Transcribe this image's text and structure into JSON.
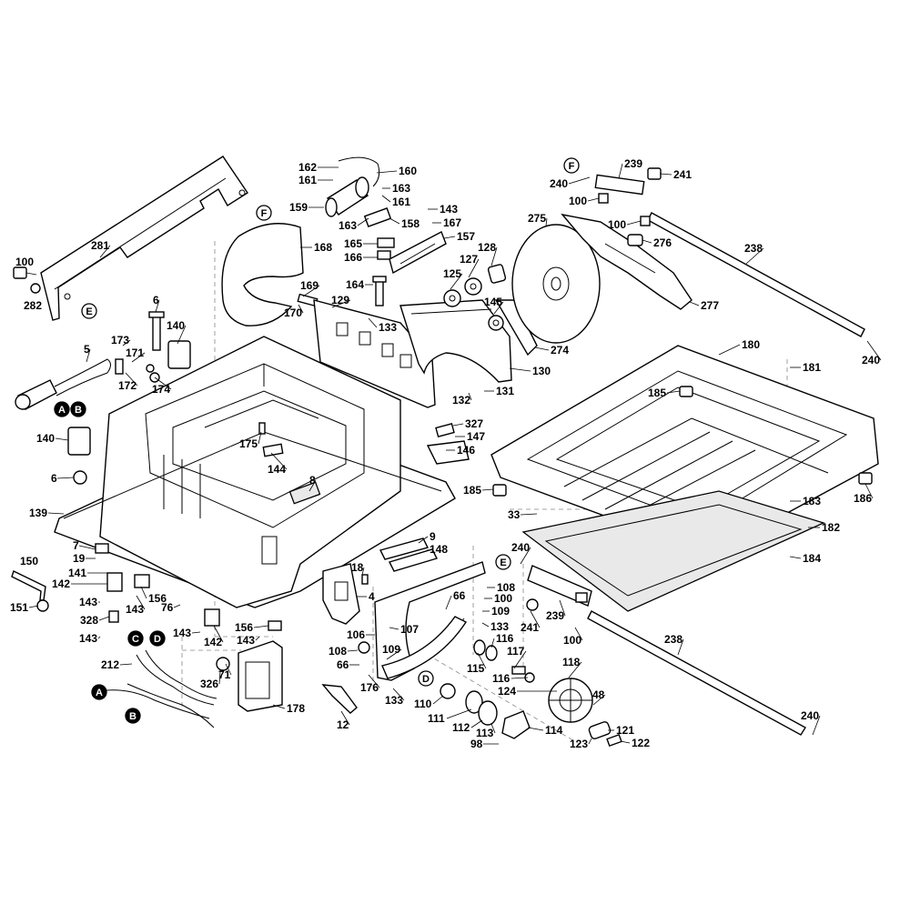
{
  "diagram": {
    "parts": [
      {
        "id": "p281",
        "label": "281"
      },
      {
        "id": "p100a",
        "label": "100"
      },
      {
        "id": "p282",
        "label": "282"
      },
      {
        "id": "pE1",
        "label": "E",
        "callout": "circle"
      },
      {
        "id": "pF1",
        "label": "F",
        "callout": "circle"
      },
      {
        "id": "p168",
        "label": "168"
      },
      {
        "id": "p162",
        "label": "162"
      },
      {
        "id": "p161a",
        "label": "161"
      },
      {
        "id": "p160",
        "label": "160"
      },
      {
        "id": "p163a",
        "label": "163"
      },
      {
        "id": "p161b",
        "label": "161"
      },
      {
        "id": "p159",
        "label": "159"
      },
      {
        "id": "p163b",
        "label": "163"
      },
      {
        "id": "p158",
        "label": "158"
      },
      {
        "id": "p143a",
        "label": "143"
      },
      {
        "id": "p167",
        "label": "167"
      },
      {
        "id": "p157",
        "label": "157"
      },
      {
        "id": "p165",
        "label": "165"
      },
      {
        "id": "p166",
        "label": "166"
      },
      {
        "id": "p164",
        "label": "164"
      },
      {
        "id": "p169",
        "label": "169"
      },
      {
        "id": "p170",
        "label": "170"
      },
      {
        "id": "p6a",
        "label": "6"
      },
      {
        "id": "p129",
        "label": "129"
      },
      {
        "id": "p133a",
        "label": "133"
      },
      {
        "id": "p140a",
        "label": "140"
      },
      {
        "id": "p5",
        "label": "5"
      },
      {
        "id": "pA1",
        "label": "A",
        "callout": "filled"
      },
      {
        "id": "pB1",
        "label": "B",
        "callout": "filled"
      },
      {
        "id": "p173",
        "label": "173"
      },
      {
        "id": "p171",
        "label": "171"
      },
      {
        "id": "p172",
        "label": "172"
      },
      {
        "id": "p174",
        "label": "174"
      },
      {
        "id": "p140b",
        "label": "140"
      },
      {
        "id": "p175",
        "label": "175"
      },
      {
        "id": "p144",
        "label": "144"
      },
      {
        "id": "p6b",
        "label": "6"
      },
      {
        "id": "p8",
        "label": "8"
      },
      {
        "id": "p139",
        "label": "139"
      },
      {
        "id": "p7",
        "label": "7"
      },
      {
        "id": "p19",
        "label": "19"
      },
      {
        "id": "p150",
        "label": "150"
      },
      {
        "id": "p141",
        "label": "141"
      },
      {
        "id": "p142a",
        "label": "142"
      },
      {
        "id": "p156a",
        "label": "156"
      },
      {
        "id": "p151",
        "label": "151"
      },
      {
        "id": "p143b",
        "label": "143"
      },
      {
        "id": "p143c",
        "label": "143"
      },
      {
        "id": "p76",
        "label": "76"
      },
      {
        "id": "p328",
        "label": "328"
      },
      {
        "id": "p143d",
        "label": "143"
      },
      {
        "id": "p143e",
        "label": "143"
      },
      {
        "id": "p156b",
        "label": "156"
      },
      {
        "id": "p143f",
        "label": "143"
      },
      {
        "id": "p142b",
        "label": "142"
      },
      {
        "id": "pC1",
        "label": "C",
        "callout": "filled"
      },
      {
        "id": "pD1",
        "label": "D",
        "callout": "filled"
      },
      {
        "id": "p212",
        "label": "212"
      },
      {
        "id": "p326",
        "label": "326"
      },
      {
        "id": "p71",
        "label": "71"
      },
      {
        "id": "pA2",
        "label": "A",
        "callout": "filled"
      },
      {
        "id": "pB2",
        "label": "B",
        "callout": "filled"
      },
      {
        "id": "p178",
        "label": "178"
      },
      {
        "id": "p9",
        "label": "9"
      },
      {
        "id": "p148",
        "label": "148"
      },
      {
        "id": "p18",
        "label": "18"
      },
      {
        "id": "p4",
        "label": "4"
      },
      {
        "id": "p106",
        "label": "106"
      },
      {
        "id": "p107",
        "label": "107"
      },
      {
        "id": "p108a",
        "label": "108"
      },
      {
        "id": "p109a",
        "label": "109"
      },
      {
        "id": "p66a",
        "label": "66"
      },
      {
        "id": "p176",
        "label": "176"
      },
      {
        "id": "p133b",
        "label": "133"
      },
      {
        "id": "p12",
        "label": "12"
      },
      {
        "id": "p66b",
        "label": "66"
      },
      {
        "id": "p108b",
        "label": "108"
      },
      {
        "id": "p100b",
        "label": "100"
      },
      {
        "id": "p109b",
        "label": "109"
      },
      {
        "id": "p133c",
        "label": "133"
      },
      {
        "id": "p127",
        "label": "127"
      },
      {
        "id": "p128",
        "label": "128"
      },
      {
        "id": "p125",
        "label": "125"
      },
      {
        "id": "p145",
        "label": "145"
      },
      {
        "id": "p275",
        "label": "275"
      },
      {
        "id": "p274",
        "label": "274"
      },
      {
        "id": "p130",
        "label": "130"
      },
      {
        "id": "p132",
        "label": "132"
      },
      {
        "id": "p131",
        "label": "131"
      },
      {
        "id": "p327",
        "label": "327"
      },
      {
        "id": "p147",
        "label": "147"
      },
      {
        "id": "p146",
        "label": "146"
      },
      {
        "id": "pF2",
        "label": "F",
        "callout": "circle"
      },
      {
        "id": "p239a",
        "label": "239"
      },
      {
        "id": "p241a",
        "label": "241"
      },
      {
        "id": "p240a",
        "label": "240"
      },
      {
        "id": "p100c",
        "label": "100"
      },
      {
        "id": "p100d",
        "label": "100"
      },
      {
        "id": "p276",
        "label": "276"
      },
      {
        "id": "p238a",
        "label": "238"
      },
      {
        "id": "p277",
        "label": "277"
      },
      {
        "id": "p180",
        "label": "180"
      },
      {
        "id": "p240b",
        "label": "240"
      },
      {
        "id": "p181",
        "label": "181"
      },
      {
        "id": "p185a",
        "label": "185"
      },
      {
        "id": "p185b",
        "label": "185"
      },
      {
        "id": "p186",
        "label": "186"
      },
      {
        "id": "p183",
        "label": "183"
      },
      {
        "id": "p33",
        "label": "33"
      },
      {
        "id": "p182",
        "label": "182"
      },
      {
        "id": "p184",
        "label": "184"
      },
      {
        "id": "p240c",
        "label": "240"
      },
      {
        "id": "pE2",
        "label": "E",
        "callout": "circle"
      },
      {
        "id": "p239b",
        "label": "239"
      },
      {
        "id": "p241b",
        "label": "241"
      },
      {
        "id": "p100e",
        "label": "100"
      },
      {
        "id": "p238b",
        "label": "238"
      },
      {
        "id": "p116a",
        "label": "116"
      },
      {
        "id": "p117",
        "label": "117"
      },
      {
        "id": "p115",
        "label": "115"
      },
      {
        "id": "p116b",
        "label": "116"
      },
      {
        "id": "p118",
        "label": "118"
      },
      {
        "id": "p124",
        "label": "124"
      },
      {
        "id": "p48",
        "label": "48"
      },
      {
        "id": "pD2",
        "label": "D",
        "callout": "circle"
      },
      {
        "id": "p110",
        "label": "110"
      },
      {
        "id": "p111",
        "label": "111"
      },
      {
        "id": "p112",
        "label": "112"
      },
      {
        "id": "p113",
        "label": "113"
      },
      {
        "id": "p114",
        "label": "114"
      },
      {
        "id": "p98",
        "label": "98"
      },
      {
        "id": "p121",
        "label": "121"
      },
      {
        "id": "p123",
        "label": "123"
      },
      {
        "id": "p122",
        "label": "122"
      },
      {
        "id": "p240d",
        "label": "240"
      }
    ]
  }
}
